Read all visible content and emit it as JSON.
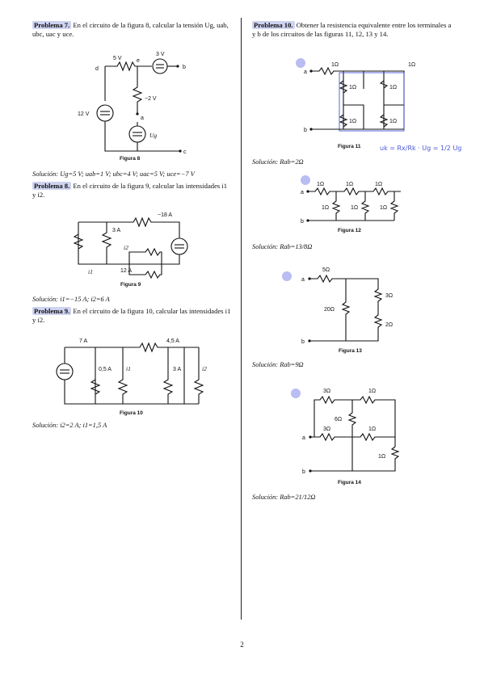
{
  "page_number": "2",
  "left": {
    "p7": {
      "label": "Problema 7.",
      "text": "En el circuito de la figura 8, calcular la tensión Ug, uab, ubc, uac y uce.",
      "figure": "Figura 8",
      "labels": {
        "v5": "5 V",
        "v3": "3 V",
        "v2": "−2 V",
        "v12": "12 V",
        "ug": "Ug",
        "d": "d",
        "c": "c",
        "b": "b",
        "a": "a",
        "e": "e"
      },
      "solution_label": "Solución:",
      "solution": "Ug=5 V; uab=1 V; ubc=4 V; uac=5 V; uce=−7 V"
    },
    "p8": {
      "label": "Problema 8.",
      "text": "En el circuito de la figura 9, calcular las intensidades i1 y i2.",
      "figure": "Figura 9",
      "labels": {
        "i18": "−18 A",
        "i3": "3 A",
        "i2": "i2",
        "i12": "12 A",
        "i1": "i1"
      },
      "solution_label": "Solución:",
      "solution": "i1=−15 A; i2=6 A"
    },
    "p9": {
      "label": "Problema 9.",
      "text": "En el circuito de la figura 10, calcular las intensidades i1 y i2.",
      "figure": "Figura 10",
      "labels": {
        "i7": "7 A",
        "i45": "4,5 A",
        "i05": "0,5 A",
        "i1": "i1",
        "i3": "3 A",
        "i2": "i2"
      },
      "solution_label": "Solución:",
      "solution": "i2=2 A; i1=1,5 A"
    }
  },
  "right": {
    "p10": {
      "label": "Problema 10.",
      "text": "Obtener la resistencia equivalente entre los terminales a y b de los circuitos de las figuras 11, 12, 13 y 14.",
      "fig11": {
        "caption": "Figura 11",
        "r": "1Ω",
        "handwriting": "uk = Rx/Rk · Ug = 1/2 Ug"
      },
      "sol11": "Solución: Rab=2Ω",
      "fig12": {
        "caption": "Figura 12",
        "r": "1Ω"
      },
      "sol12": "Solución: Rab=13/8Ω",
      "fig13": {
        "caption": "Figura 13",
        "r5": "5Ω",
        "r20": "20Ω",
        "r3": "3Ω",
        "r2": "2Ω"
      },
      "sol13": "Solución: Rab=9Ω",
      "fig14": {
        "caption": "Figura 14",
        "r3": "3Ω",
        "r1": "1Ω",
        "r6": "6Ω"
      },
      "sol14": "Solución: Rab=21/12Ω"
    }
  }
}
